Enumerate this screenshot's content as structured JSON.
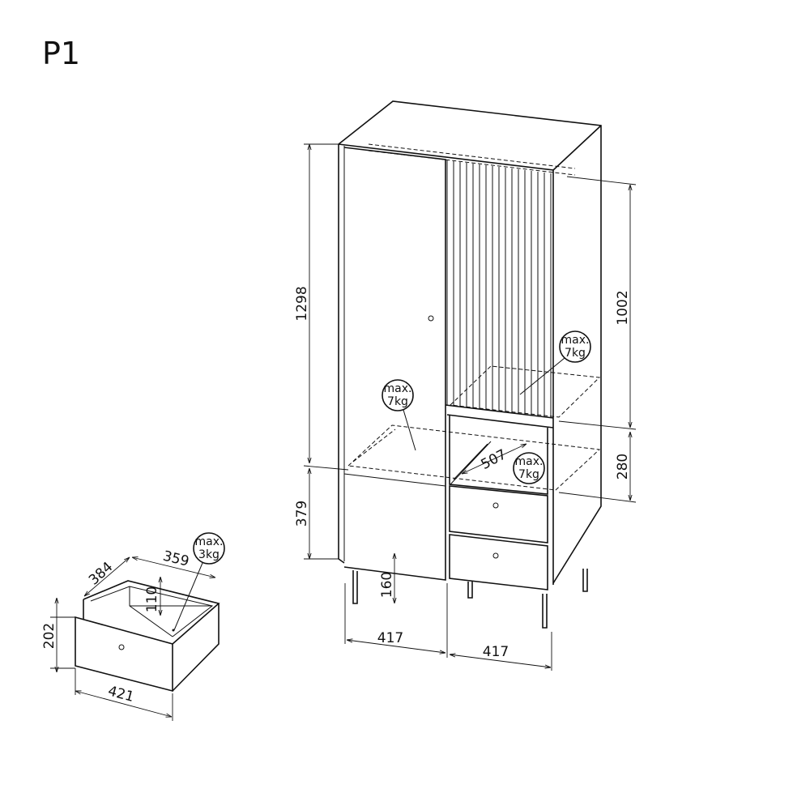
{
  "title": "P1",
  "wardrobe": {
    "dimensions": {
      "total_upper_height": "1298",
      "lower_height": "379",
      "right_upper_height": "1002",
      "right_shelf_gap": "280",
      "leg_height": "160",
      "left_width": "417",
      "right_width": "417",
      "shelf_depth": "507"
    },
    "load_labels": [
      {
        "line1": "max.",
        "line2": "7kg"
      },
      {
        "line1": "max.",
        "line2": "7kg"
      },
      {
        "line1": "max.",
        "line2": "7kg"
      }
    ]
  },
  "drawer": {
    "dimensions": {
      "depth": "384",
      "inner_width": "359",
      "inner_height": "110",
      "height": "202",
      "width": "421"
    },
    "load_label": {
      "line1": "max.",
      "line2": "3kg"
    }
  }
}
